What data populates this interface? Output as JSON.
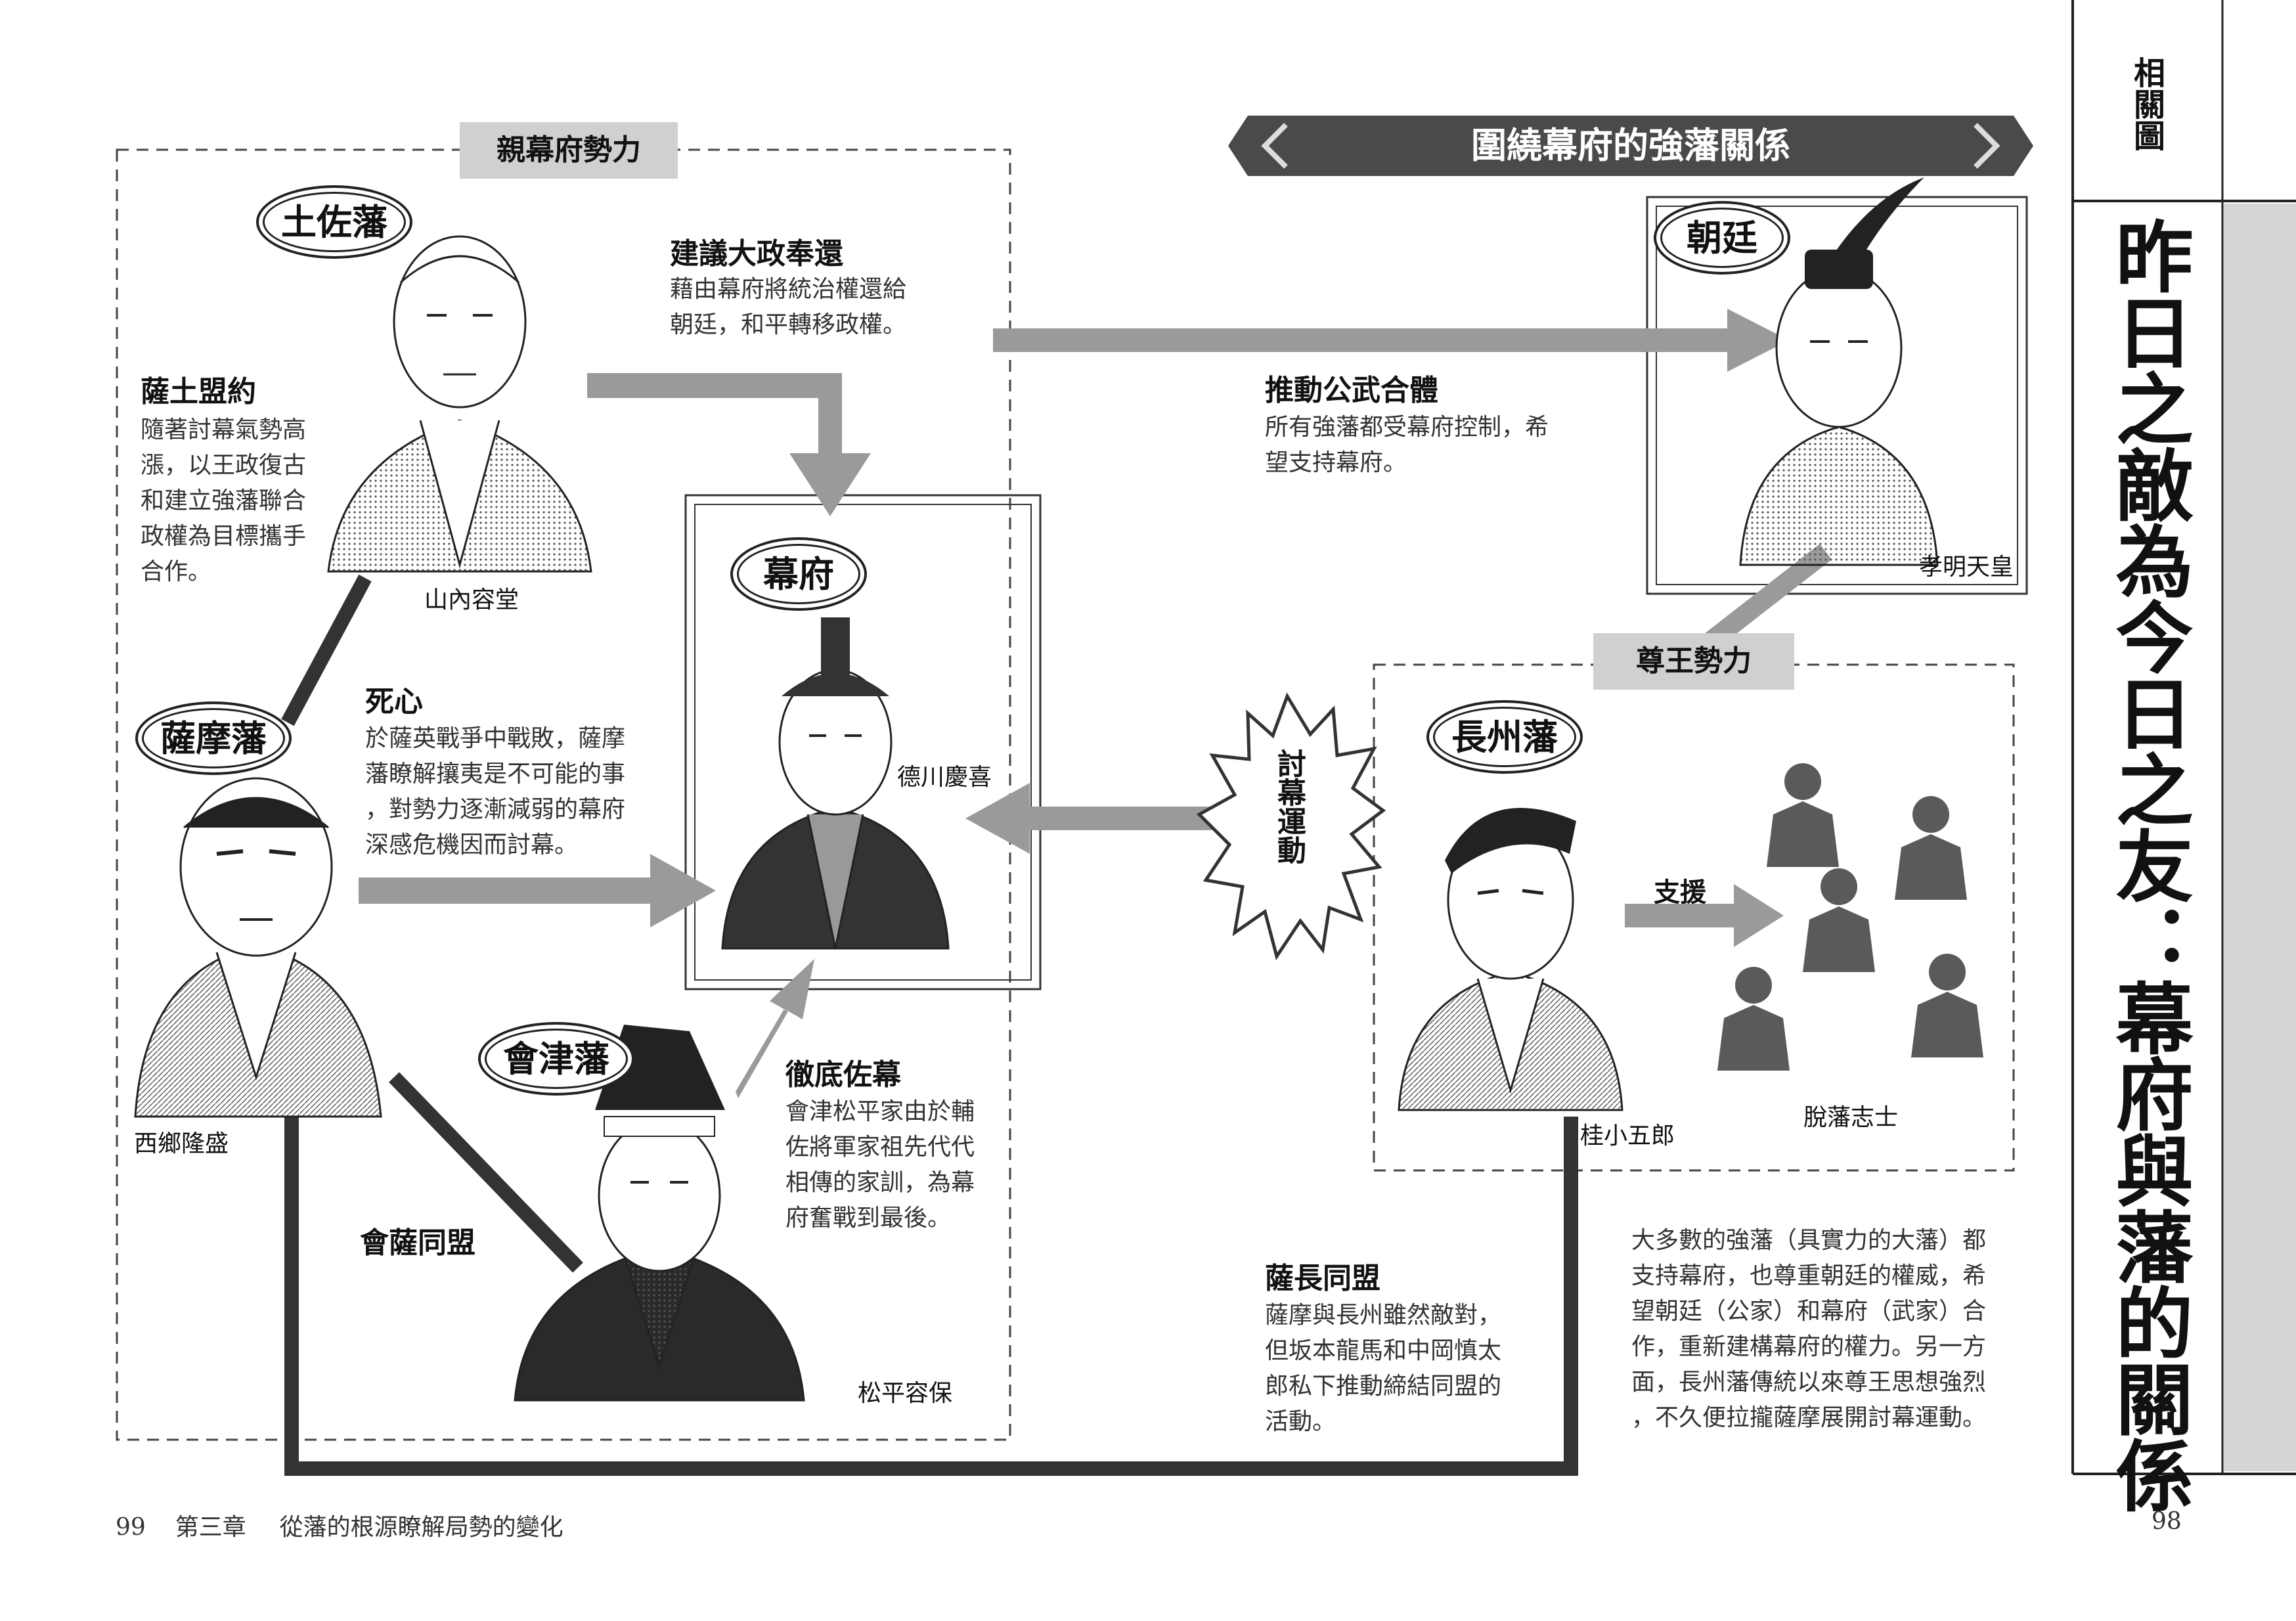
{
  "banner": {
    "title": "圍繞幕府的強藩關係"
  },
  "sidebar": {
    "tab_label": "相關圖",
    "chapter_title": "昨日之敵為今日之友：幕府與藩的關係"
  },
  "groups": {
    "pro_shogunate": "親幕府勢力",
    "sonno": "尊王勢力"
  },
  "domains": {
    "tosa": "土佐藩",
    "satsuma": "薩摩藩",
    "aizu": "會津藩",
    "bakufu": "幕府",
    "choshu": "長州藩",
    "court": "朝廷"
  },
  "people": {
    "yamauchi": "山內容堂",
    "saigo": "西鄉隆盛",
    "matsudaira": "松平容保",
    "tokugawa": "德川慶喜",
    "katsura": "桂小五郎",
    "komei": "孝明天皇",
    "ronin": "脫藩志士"
  },
  "notes": {
    "satdo_heading": "薩土盟約",
    "satdo_body": "隨著討幕氣勢高\n漲，以王政復古\n和建立強藩聯合\n政權為目標攜手\n合作。",
    "taisei_heading": "建議大政奉還",
    "taisei_body": "藉由幕府將統治權還給\n朝廷，和平轉移政權。",
    "koubu_heading": "推動公武合體",
    "koubu_body": "所有強藩都受幕府控制，希\n望支持幕府。",
    "shishin_heading": "死心",
    "shishin_body": "於薩英戰爭中戰敗，薩摩\n藩瞭解攘夷是不可能的事\n，對勢力逐漸減弱的幕府\n深感危機因而討幕。",
    "tettei_heading": "徹底佐幕",
    "tettei_body": "會津松平家由於輔\n佐將軍家祖先代代\n相傳的家訓，為幕\n府奮戰到最後。",
    "aisatsu_heading": "會薩同盟",
    "satcho_heading": "薩長同盟",
    "satcho_body": "薩摩與長州雖然敵對，\n但坂本龍馬和中岡慎太\n郎私下推動締結同盟的\n活動。",
    "support_label": "支援",
    "tobaku_label": "討幕運動",
    "summary": "大多數的強藩（具實力的大藩）都\n支持幕府，也尊重朝廷的權威，希\n望朝廷（公家）和幕府（武家）合\n作，重新建構幕府的權力。另一方\n面，長州藩傳統以來尊王思想強烈\n，不久便拉攏薩摩展開討幕運動。"
  },
  "footer": {
    "left_page": "99",
    "chapter": "第三章",
    "chapter_title": "從藩的根源瞭解局勢的變化",
    "right_page": "98"
  },
  "colors": {
    "arrow": "#9a9a9a",
    "banner": "#4a4a4a",
    "label_box": "#d0d0d0",
    "sidebar_title_bg": "#d6d6d6",
    "silhouette": "#5a5a5a"
  }
}
